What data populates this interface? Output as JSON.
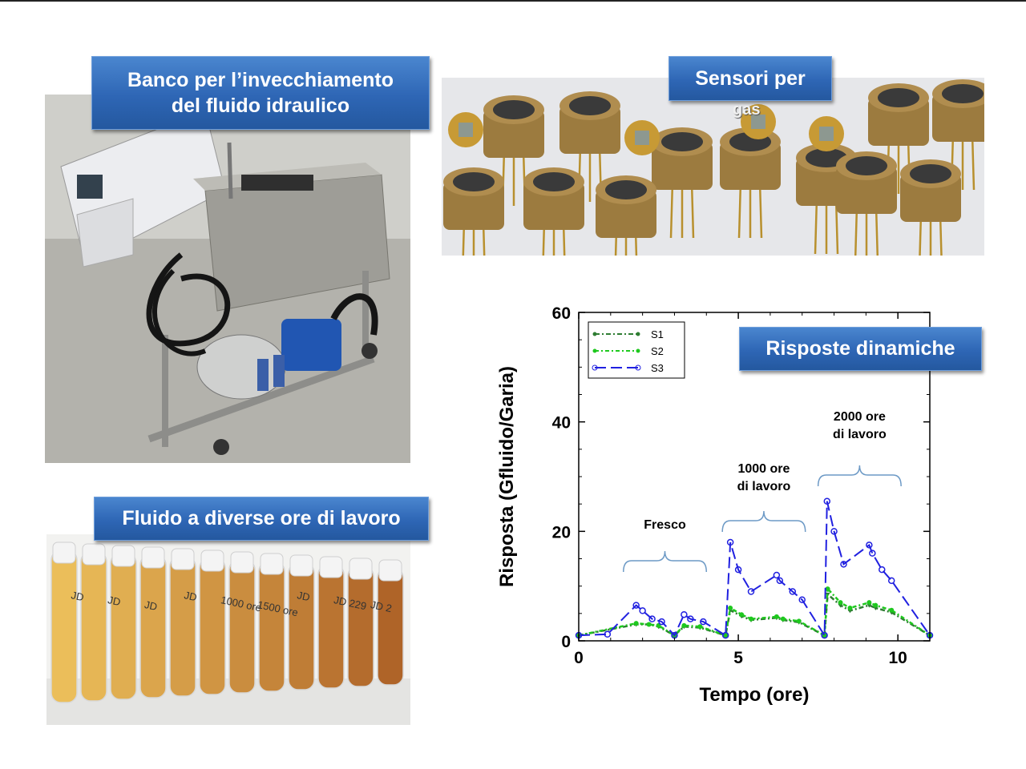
{
  "labels": {
    "bench_line1": "Banco per l’invecchiamento",
    "bench_line2": "del fluido idraulico",
    "sensors_line1": "Sensori per",
    "sensors_line2": "gas",
    "fluid": "Fluido a diverse ore di lavoro",
    "dynamic": "Risposte dinamiche"
  },
  "vial_labels": [
    "JD",
    "JD",
    "JD",
    "JD",
    "1000 ore",
    "1500 ore",
    "JD",
    "JD 229",
    "JD 2"
  ],
  "colors": {
    "callout": "#2e66b5",
    "s1": "#2e7d32",
    "s2": "#1ec81e",
    "s3": "#2020e0",
    "annotation_bracket": "#6d9ac6"
  },
  "chart_data": {
    "type": "line",
    "xlabel": "Tempo (ore)",
    "ylabel": "Risposta (Gfluido/Garia)",
    "xlim": [
      0,
      11
    ],
    "ylim": [
      0,
      60
    ],
    "xticks": [
      0,
      5,
      10
    ],
    "yticks": [
      0,
      20,
      40,
      60
    ],
    "legend_position": "top-left",
    "series": [
      {
        "name": "S1",
        "style": "dash-dot, triangle markers",
        "x": [
          0,
          1.8,
          2.2,
          2.5,
          3.0,
          3.3,
          3.8,
          4.6,
          4.75,
          5.1,
          5.4,
          6.2,
          6.4,
          6.9,
          7.7,
          7.8,
          8.2,
          8.5,
          9.1,
          9.3,
          9.8,
          11
        ],
        "y": [
          1,
          3,
          3,
          2.6,
          1,
          2.6,
          2.4,
          1,
          5.6,
          4.5,
          3.8,
          4.2,
          3.8,
          3.4,
          1,
          8.5,
          6.5,
          5.5,
          6.5,
          6,
          5.2,
          1
        ]
      },
      {
        "name": "S2",
        "style": "dash-dot, circle markers",
        "x": [
          0,
          1.8,
          2.2,
          2.5,
          3.0,
          3.3,
          3.8,
          4.6,
          4.75,
          5.1,
          5.4,
          6.2,
          6.4,
          6.9,
          7.7,
          7.8,
          8.2,
          8.5,
          9.1,
          9.3,
          9.8,
          11
        ],
        "y": [
          1,
          3.2,
          3,
          2.8,
          1,
          2.8,
          2.6,
          1,
          6,
          4.8,
          4,
          4.4,
          4,
          3.6,
          1,
          9.5,
          7,
          6,
          7,
          6.5,
          5.6,
          1
        ]
      },
      {
        "name": "S3",
        "style": "long dash, open circle markers",
        "x": [
          0,
          0.9,
          1.8,
          2.0,
          2.3,
          2.6,
          3.0,
          3.3,
          3.5,
          3.9,
          4.6,
          4.75,
          5.0,
          5.4,
          6.2,
          6.3,
          6.7,
          7.0,
          7.7,
          7.78,
          8.0,
          8.3,
          9.1,
          9.2,
          9.5,
          9.8,
          11
        ],
        "y": [
          1,
          1.2,
          6.5,
          5.5,
          4,
          3.5,
          1,
          4.8,
          4,
          3.5,
          1,
          18,
          13,
          9,
          12,
          11,
          9,
          7.5,
          1,
          25.5,
          20,
          14,
          17.5,
          16,
          13,
          11,
          1
        ]
      }
    ],
    "annotations": [
      {
        "text": "Fresco",
        "x_from": 1.4,
        "x_to": 4.0
      },
      {
        "text": "1000 ore di lavoro",
        "x_from": 4.5,
        "x_to": 7.1
      },
      {
        "text": "2000 ore di lavoro",
        "x_from": 7.5,
        "x_to": 10.1
      }
    ]
  }
}
